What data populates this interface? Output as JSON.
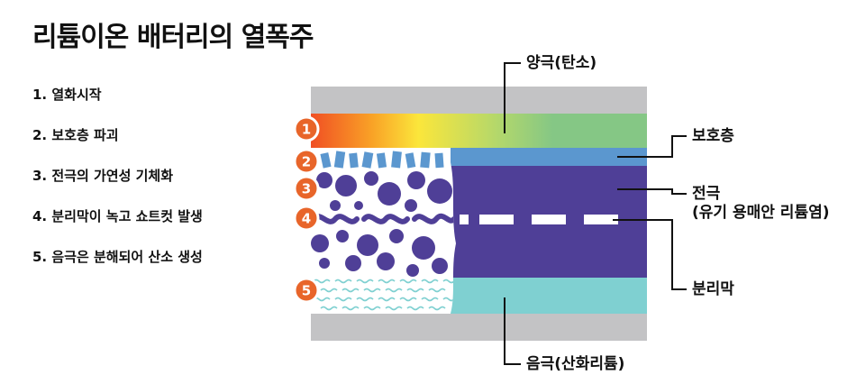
{
  "title": "리튬이온 배터리의 열폭주",
  "steps": [
    {
      "label": "1. 열화시작"
    },
    {
      "label": "2. 보호층 파괴"
    },
    {
      "label": "3. 전극의 가연성 기체화"
    },
    {
      "label": "4. 분리막이 녹고 쇼트컷 발생"
    },
    {
      "label": "5. 음극은 분해되어 산소 생성"
    }
  ],
  "markers": [
    "1",
    "2",
    "3",
    "4",
    "5"
  ],
  "labels": {
    "anode": "양극(탄소)",
    "protective_layer": "보호층",
    "electrode_line1": "전극",
    "electrode_line2": "(유기 용매안 리튬염)",
    "separator": "분리막",
    "cathode": "음극(산화리튬)"
  },
  "colors": {
    "casing": "#c3c3c5",
    "anode_green": "#85c785",
    "protective_blue": "#5b97cf",
    "electrode_purple": "#4f3f97",
    "cathode_teal": "#7fd0d1",
    "marker_orange": "#e8652a",
    "heat_start": "#f04f24",
    "heat_mid": "#fbe63b"
  }
}
